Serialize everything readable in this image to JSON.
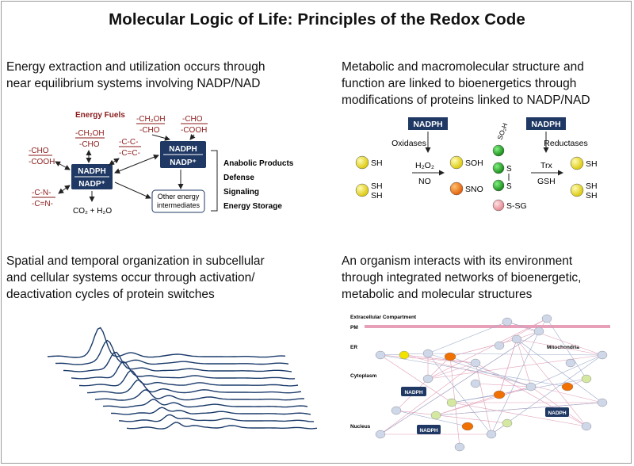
{
  "title": "Molecular Logic of Life: Principles of the Redox Code",
  "captions": {
    "energy": [
      "Energy extraction and utilization occurs through",
      "near equilibrium systems involving NADP/NAD"
    ],
    "structure": [
      "Metabolic and macromolecular structure and",
      "function are linked to bioenergetics through",
      "modifications of proteins linked to NADP/NAD"
    ],
    "spatial": [
      "Spatial and temporal organization in subcellular",
      "and cellular systems occur through activation/",
      "deactivation cycles of protein switches"
    ],
    "organism": [
      "An organism interacts with its environment",
      "through integrated networks of bioenergetic,",
      "metabolic and molecular structures"
    ]
  },
  "colors": {
    "navy_box": "#1f3864",
    "fuel_red": "#8b1a1a",
    "sphere_yellow": "#f2e200",
    "sphere_orange": "#f07000",
    "sphere_green": "#18b018",
    "sphere_pink": "#f4a0a8",
    "membrane_pink": "#e8a0b8",
    "ridge_blue": "#1a3a6a"
  },
  "energy_panel": {
    "fuels_label": "Energy Fuels",
    "fuel_left_top": "-CHO",
    "fuel_left_bottom": "-COOH",
    "fuel_ch2oh_top": "-CH₂OH",
    "fuel_ch2oh_bottom": "-CHO",
    "fuel_cc_top": "-C-C-",
    "fuel_cc_bottom": "-C=C-",
    "fuel_right1_top": "-CH₂OH",
    "fuel_right1_bottom": "-CHO",
    "fuel_right2_top": "-CHO",
    "fuel_right2_bottom": "-COOH",
    "fuel_cn_top": "-C-N-",
    "fuel_cn_bottom": "-C=N-",
    "nadph": "NADPH",
    "nadp": "NADP⁺",
    "co2": "CO₂ + H₂O",
    "other_energy": [
      "Other energy",
      "intermediates"
    ],
    "outcomes": [
      "Anabolic Products",
      "Defense",
      "Signaling",
      "Energy Storage"
    ]
  },
  "structure_panel": {
    "nadph": "NADPH",
    "oxidases": "Oxidases",
    "reductases": "Reductases",
    "h2o2": "H₂O₂",
    "no": "NO",
    "trx": "Trx",
    "gsh": "GSH",
    "sh": "SH",
    "soh": "SOH",
    "sno": "SNO",
    "s": "S",
    "ssg": "S-SG",
    "so2h": "SO₂H"
  },
  "network_panel": {
    "extracellular": "Extracellular Compartment",
    "pm": "PM",
    "er": "ER",
    "mito": "Mitochondria",
    "cyto": "Cytoplasm",
    "nucleus": "Nucleus",
    "nadph": "NADPH"
  }
}
